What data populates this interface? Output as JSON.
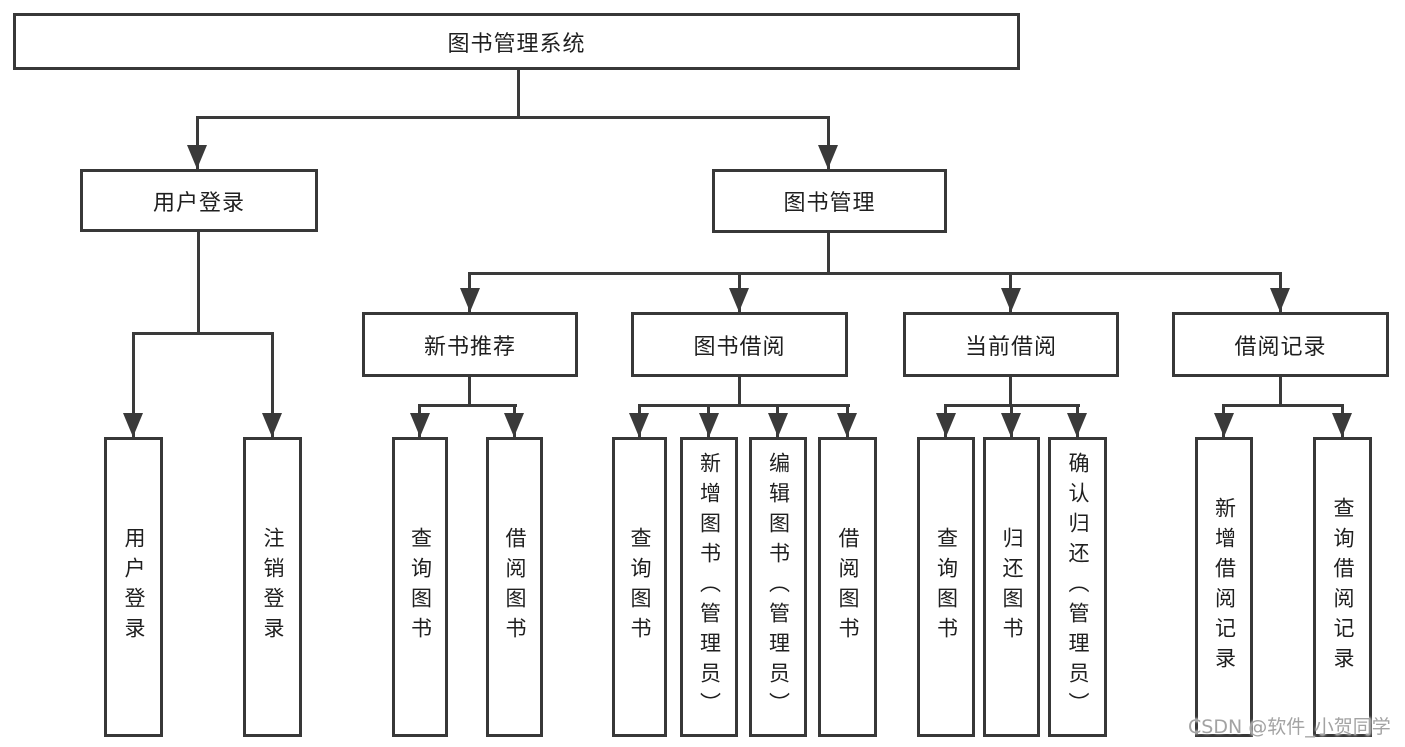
{
  "diagram": {
    "type": "hierarchy-tree",
    "root": {
      "label": "图书管理系统"
    },
    "branches": [
      {
        "label": "用户登录",
        "leaves": [
          {
            "label": "用户登录"
          },
          {
            "label": "注销登录"
          }
        ]
      },
      {
        "label": "图书管理",
        "groups": [
          {
            "label": "新书推荐",
            "leaves": [
              {
                "label": "查询图书"
              },
              {
                "label": "借阅图书"
              }
            ]
          },
          {
            "label": "图书借阅",
            "leaves": [
              {
                "label": "查询图书"
              },
              {
                "label": "新增图书（管理员）"
              },
              {
                "label": "编辑图书（管理员）"
              },
              {
                "label": "借阅图书"
              }
            ]
          },
          {
            "label": "当前借阅",
            "leaves": [
              {
                "label": "查询图书"
              },
              {
                "label": "归还图书"
              },
              {
                "label": "确认归还（管理员）"
              }
            ]
          },
          {
            "label": "借阅记录",
            "leaves": [
              {
                "label": "新增借阅记录"
              },
              {
                "label": "查询借阅记录"
              }
            ]
          }
        ]
      }
    ]
  },
  "watermark": "CSDN @软件_小贺同学",
  "colors": {
    "background": "#ffffff",
    "line": "#3a3a3a",
    "box_border": "#383838",
    "text": "#1f1f1f",
    "watermark": "#a3a3a3"
  }
}
